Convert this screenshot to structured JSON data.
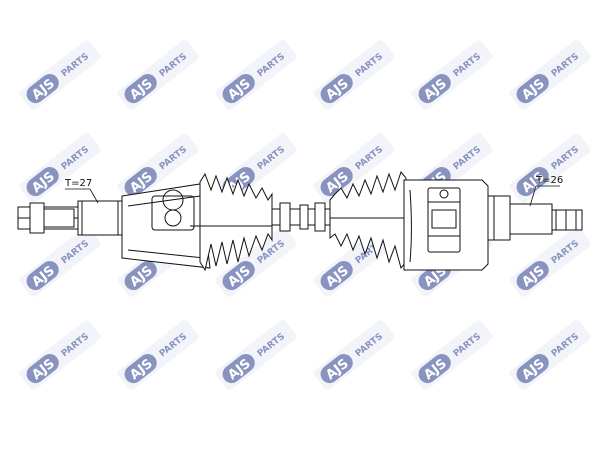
{
  "watermark": {
    "brand": "AJS",
    "suffix": "PARTS",
    "color": "#2a3c8c",
    "badge_color": "#e8ecf7"
  },
  "labels": {
    "left_teeth": "T=27",
    "right_teeth": "T=26"
  },
  "colors": {
    "outline": "#111111",
    "background": "#ffffff"
  }
}
